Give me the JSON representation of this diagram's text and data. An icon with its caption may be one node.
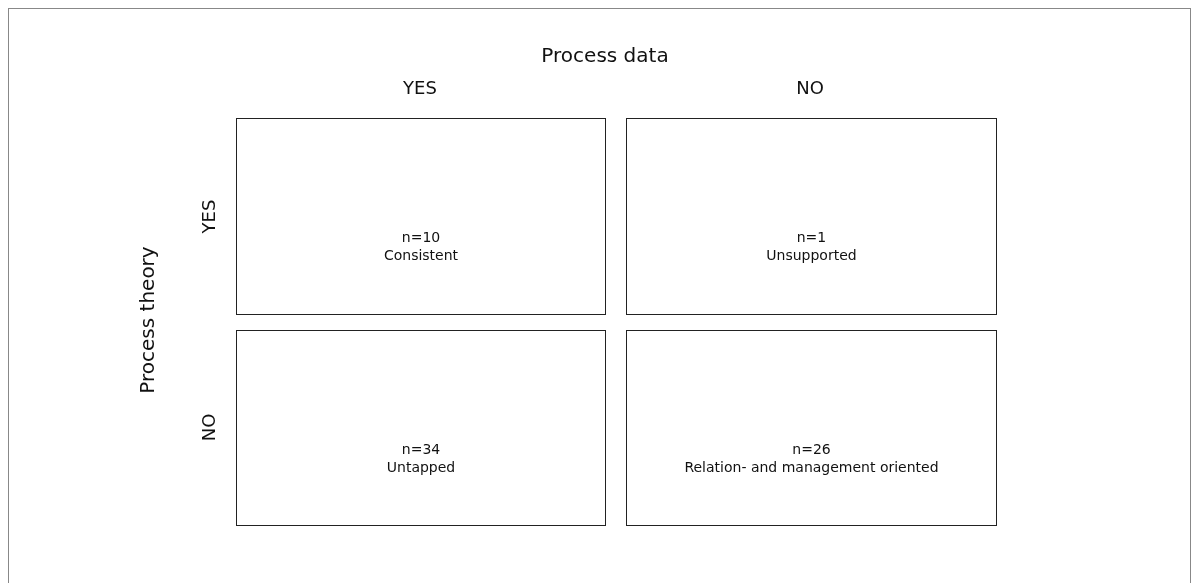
{
  "diagram": {
    "nodes": [
      {
        "text": [
          "n=10",
          "Consistent"
        ]
      },
      {
        "text": [
          "n=1",
          "Unsupported"
        ]
      },
      {
        "text": [
          "n=34",
          "Untapped"
        ]
      },
      {
        "text": [
          "n=26",
          "Relation- and management oriented"
        ]
      }
    ],
    "labels": [
      "Process data",
      "YES",
      "NO",
      "Process theory",
      "YES",
      "NO"
    ]
  }
}
